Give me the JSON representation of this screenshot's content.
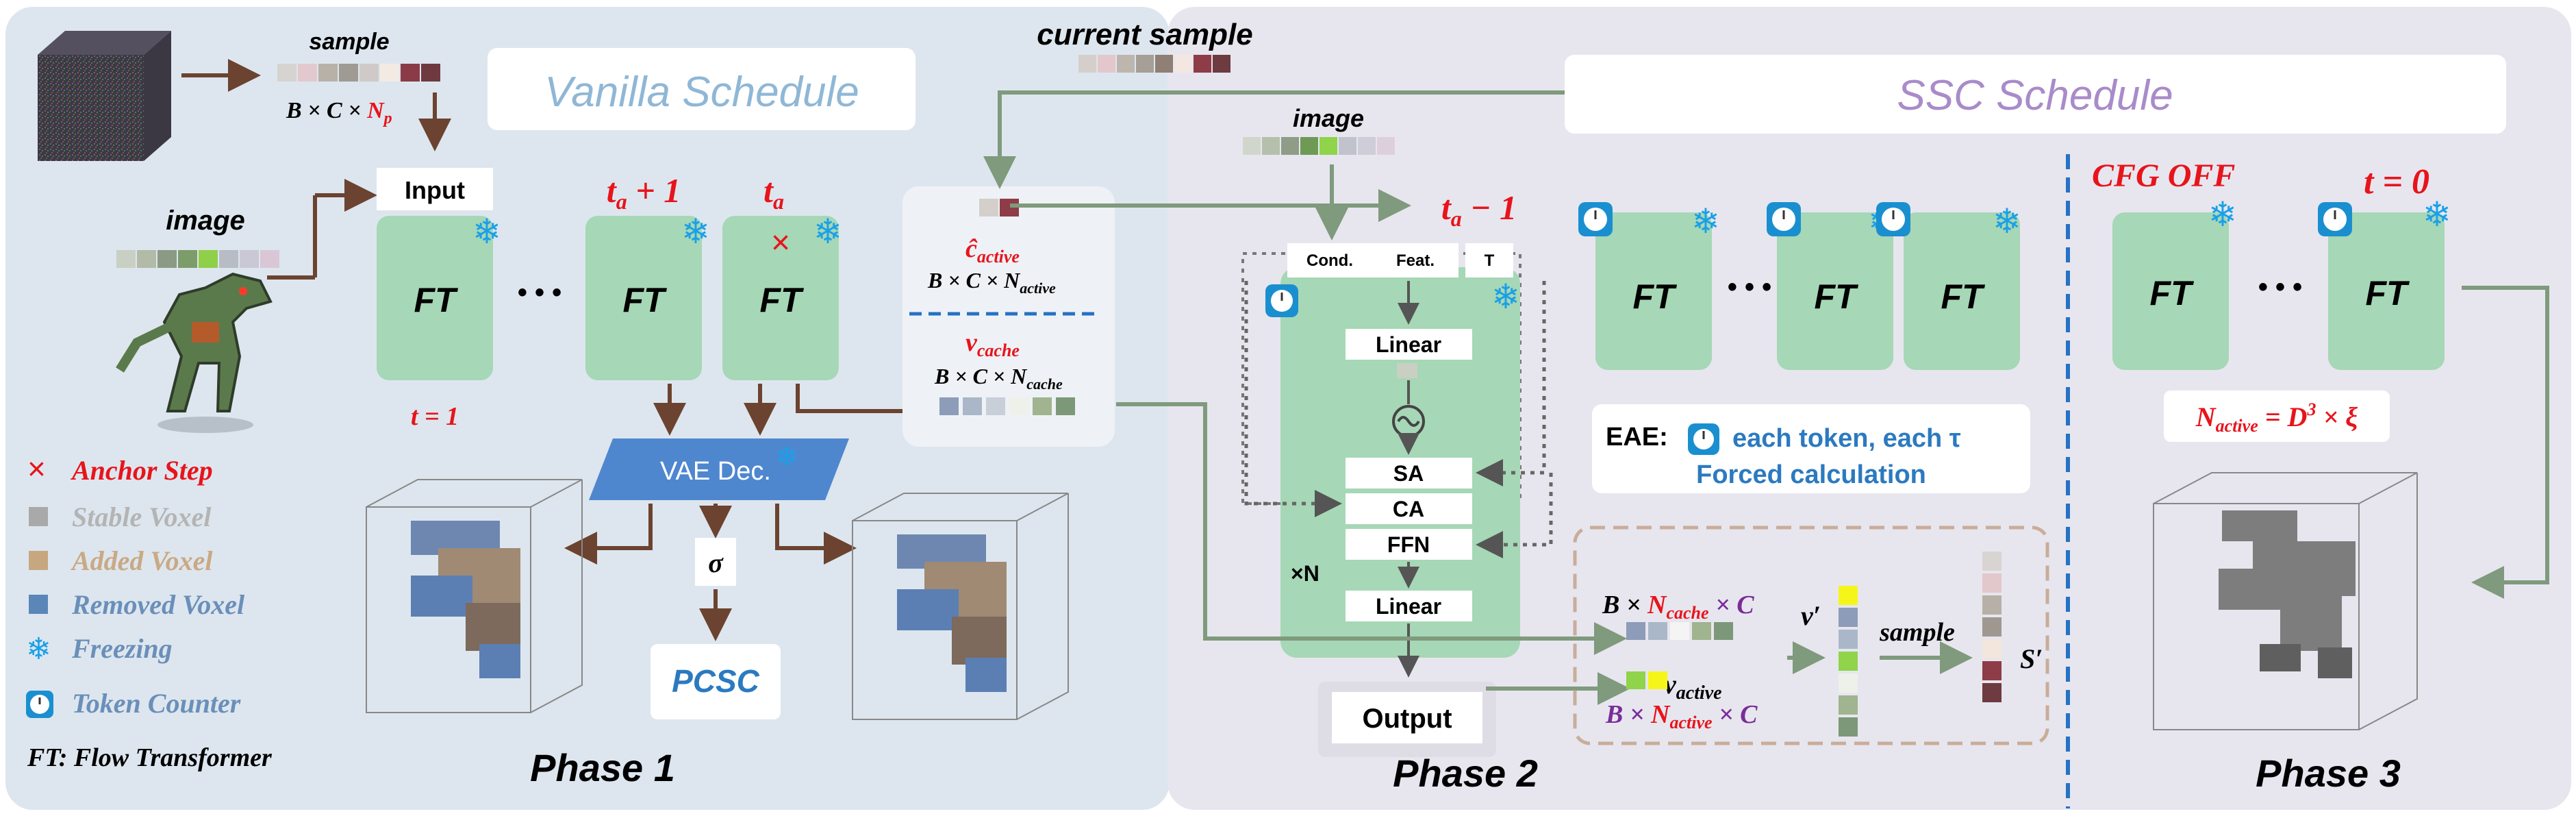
{
  "colors": {
    "panel_left": "#dde6ee",
    "panel_right": "#e7e6ef",
    "ft_block": "#a6d7b6",
    "arrow_brown": "#6b4330",
    "arrow_green": "#7f9a7c",
    "red": "#e8141b",
    "blue_title": "#8fb7d6",
    "purple_title": "#a98bc9",
    "pcsc_blue": "#2b7ac0",
    "vae": "#4f87cf",
    "divider": "#2672c5"
  },
  "sample_swatches": [
    "#d6d3d1",
    "#e2c9cd",
    "#b8b1a8",
    "#9f9a93",
    "#cfcac7",
    "#f3eae4",
    "#8b3b48",
    "#6e3a3f"
  ],
  "image_swatches": [
    "#c9cfc3",
    "#b1bba8",
    "#8b9a84",
    "#7c9c6a",
    "#8fcf4a",
    "#b8bcc4",
    "#c9c8d4",
    "#d9c7d6"
  ],
  "current_sample_swatches": [
    "#d4cfcb",
    "#e3c7cd",
    "#bdb6ad",
    "#a59f97",
    "#8f7f74",
    "#f3e7e1",
    "#8d3c48",
    "#6d3b40"
  ],
  "image2_swatches": [
    "#d1d6cc",
    "#b5c0ac",
    "#8f9d88",
    "#6e9a56",
    "#8fd44a",
    "#c0c3cb",
    "#cfcdd8",
    "#ddd0dc"
  ],
  "left": {
    "sample_label": "sample",
    "shape_bcn": "B × C × ",
    "shape_np": "N",
    "shape_np_sub": "p",
    "vanilla_title": "Vanilla  Schedule",
    "image_label": "image",
    "input_label": "Input",
    "ft_label": "FT",
    "dots": "• • •",
    "t1_label": "t = 1",
    "ta_plus_1": "t",
    "ta_plus_1_sub": "a",
    "ta_plus_1_suffix": " + 1",
    "ta": "t",
    "ta_sub": "a",
    "anchor_x": "×",
    "vae_label": "VAE Dec.",
    "sigma": "σ",
    "pcsc": "PCSC",
    "phase": "Phase 1",
    "c_active": "ĉ",
    "c_active_sub": "active",
    "c_active_shape": "B × C × N",
    "c_active_shape_sub": "active",
    "v_cache": "v",
    "v_cache_sub": "cache",
    "v_cache_shape": "B × C × N",
    "v_cache_shape_sub": "cache"
  },
  "legend": {
    "anchor": "Anchor Step",
    "stable": "Stable Voxel",
    "added": "Added Voxel",
    "removed": "Removed Voxel",
    "freezing": "Freezing",
    "counter": "Token Counter",
    "ft": "FT: Flow Transformer"
  },
  "middle": {
    "current_sample": "current sample",
    "image_label": "image",
    "ta_minus_1": "t",
    "ta_minus_1_sub": "a",
    "ta_minus_1_suffix": " − 1",
    "cond": "Cond.",
    "feat": "Feat.",
    "t": "T",
    "linear": "Linear",
    "sa": "SA",
    "ca": "CA",
    "ffn": "FFN",
    "linear2": "Linear",
    "xn": "×N",
    "output": "Output",
    "phase": "Phase 2",
    "cache_shape": "B × ",
    "cache_shape_n": "N",
    "cache_shape_sub": "cache",
    "cache_shape_c": " × C",
    "vprime": "v′",
    "v_active": "v",
    "v_active_sub": "active",
    "active_shape": "B × ",
    "active_shape_n": "N",
    "active_shape_sub": "active",
    "active_shape_c": " × C",
    "sample": "sample",
    "sprime": "S′",
    "eae_label": "EAE:",
    "eae_text": "each token, each τ",
    "forced": "Forced calculation"
  },
  "right": {
    "ssc_title": "SSC  Schedule",
    "cfg_off": "CFG OFF",
    "t0": "t = 0",
    "n_active": "N",
    "n_active_sub": "active",
    "n_active_eq": " = D",
    "n_active_sup": "3",
    "n_active_tail": " × ξ",
    "phase": "Phase 3"
  },
  "vprime_swatches": [
    "#f5f51a",
    "#8d9cb8",
    "#a9b7c9",
    "#8fd44a",
    "#eef0ea",
    "#9fb48f",
    "#7c9878"
  ],
  "sprime_swatches": [
    "#d8d4d1",
    "#e2c7cb",
    "#b7b0a6",
    "#9f9890",
    "#f2e6dd",
    "#8d3c48",
    "#6d3b40"
  ]
}
